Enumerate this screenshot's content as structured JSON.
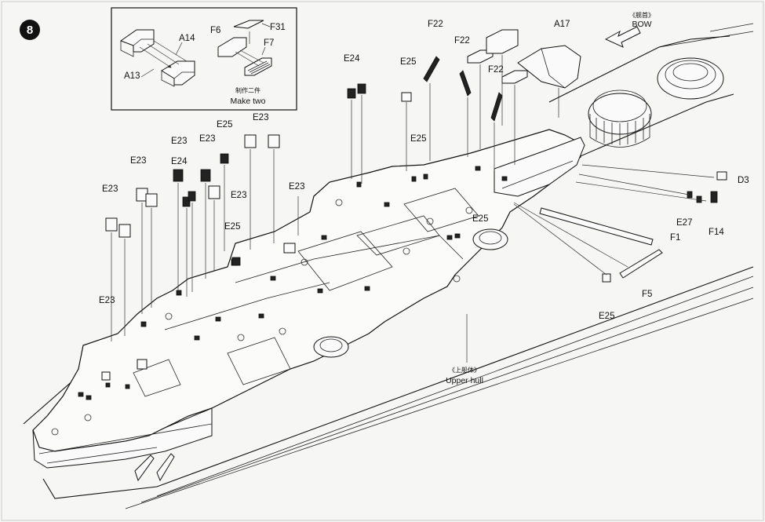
{
  "step": {
    "number": "8"
  },
  "inset": {
    "labels": {
      "a14": "A14",
      "a13": "A13",
      "f6": "F6",
      "f31": "F31",
      "f7": "F7"
    },
    "note_cn": "制作二件",
    "note_en": "Make two"
  },
  "bow_note": {
    "cn": "《舰首》",
    "en": "BOW"
  },
  "hull_note": {
    "cn": "《上船体》",
    "en": "Upper hull"
  },
  "part_labels": {
    "f22_a": "F22",
    "f22_b": "F22",
    "f22_c": "F22",
    "a17": "A17",
    "e24_top": "E24",
    "e25_top": "E25",
    "e25_mid": "E25",
    "e23_top": "E23",
    "e25_upper": "E25",
    "e23_a": "E23",
    "e24_left": "E24",
    "e23_b": "E23",
    "e23_c": "E23",
    "e23_d": "E23",
    "e23_e": "E23",
    "e25_left": "E25",
    "e23_f": "E23",
    "e23_low": "E23",
    "e25_right": "E25",
    "d3": "D3",
    "e27": "E27",
    "f14": "F14",
    "f1": "F1",
    "f5": "F5",
    "e25_bottom": "E25"
  }
}
